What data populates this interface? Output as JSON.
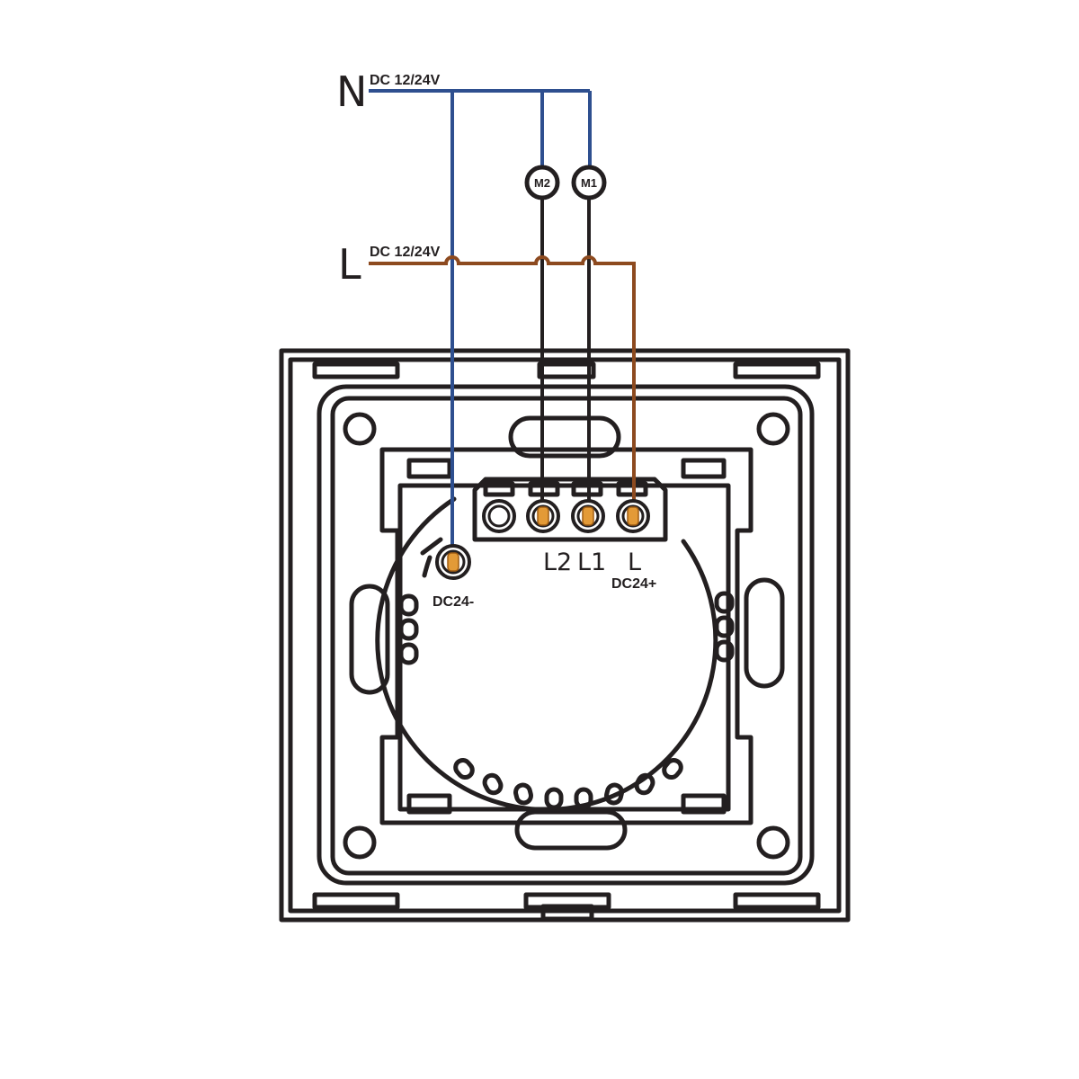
{
  "neutral": {
    "label": "N",
    "voltage": "DC 12/24V"
  },
  "live": {
    "label": "L",
    "voltage": "DC 12/24V"
  },
  "motors": [
    {
      "label": "M2"
    },
    {
      "label": "M1"
    }
  ],
  "terminals": {
    "l2": "L2",
    "l1": "L1",
    "l": "L",
    "dc_plus": "DC24+",
    "dc_minus": "DC24-"
  },
  "colors": {
    "neutral_wire": "#2e4f8f",
    "live_wire": "#8d4a1f",
    "outline": "#231f20",
    "contact": "#e39a37"
  }
}
